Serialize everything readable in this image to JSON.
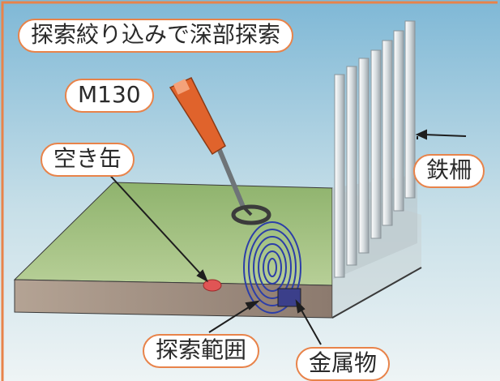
{
  "labels": {
    "title": "探索絞り込みで深部探索",
    "device": "M130",
    "can": "空き缶",
    "fence": "鉄柵",
    "search_range": "探索範囲",
    "metal": "金属物"
  },
  "colors": {
    "frame": "#e8834a",
    "sky_top": "#7fb8d6",
    "sky_bottom": "#e6f0f3",
    "grass": "#9dbb7b",
    "soil": "#a89688",
    "coil": "#2c3ea8",
    "detector": "#e0632c",
    "can": "#e05555"
  },
  "icons": [
    "metal-detector-icon",
    "fence-icon",
    "search-coil-icon",
    "can-icon",
    "metal-object-icon"
  ]
}
